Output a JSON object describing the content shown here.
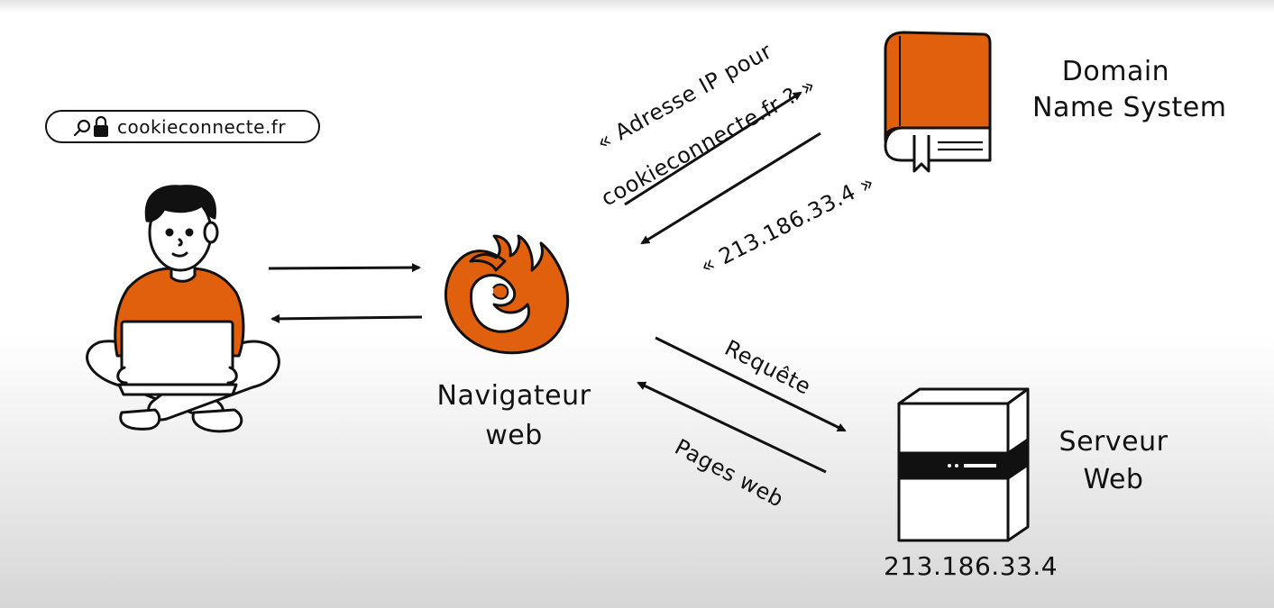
{
  "address_bar": {
    "url": "cookieconnecte.fr"
  },
  "nodes": {
    "dns": {
      "line1": "Domain",
      "line2": "Name System"
    },
    "browser": {
      "line1": "Navigateur",
      "line2": "web"
    },
    "server": {
      "line1": "Serveur",
      "line2": "Web",
      "ip": "213.186.33.4"
    }
  },
  "messages": {
    "dns_query_line1": "« Adresse IP pour",
    "dns_query_line2": "cookieconnecte.fr ? »",
    "dns_response": "« 213.186.33.4 »",
    "request": "Requête",
    "pages": "Pages web"
  },
  "colors": {
    "accent": "#e0600e",
    "ink": "#111111"
  }
}
